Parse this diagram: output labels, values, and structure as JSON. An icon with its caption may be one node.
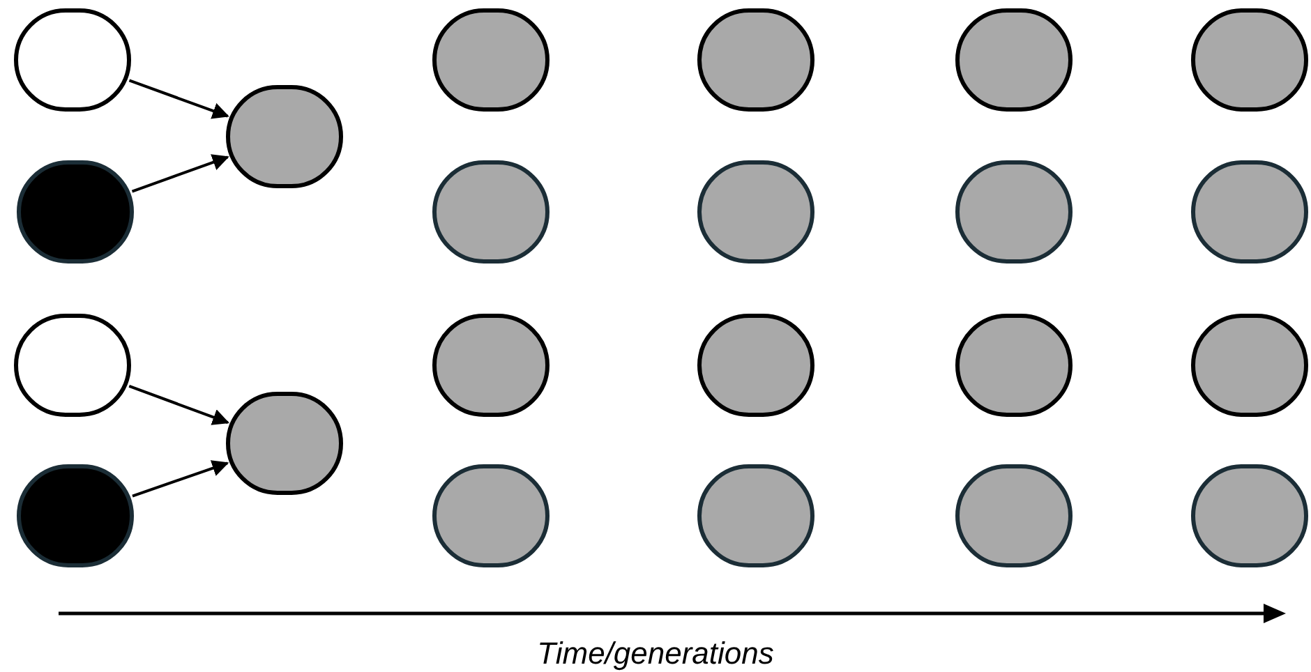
{
  "diagram": {
    "nodes": [
      {
        "text": [],
        "shape": "circle"
      },
      {
        "text": [],
        "shape": "circle"
      },
      {
        "text": [],
        "shape": "circle"
      },
      {
        "text": [],
        "shape": "circle"
      },
      {
        "text": [],
        "shape": "circle"
      },
      {
        "text": [],
        "shape": "circle"
      },
      {
        "text": [],
        "shape": "circle"
      },
      {
        "text": [],
        "shape": "circle"
      },
      {
        "text": [],
        "shape": "circle"
      },
      {
        "text": [],
        "shape": "circle"
      },
      {
        "text": [],
        "shape": "circle"
      },
      {
        "text": [],
        "shape": "circle"
      },
      {
        "text": [],
        "shape": "circle"
      },
      {
        "text": [],
        "shape": "circle"
      },
      {
        "text": [],
        "shape": "circle"
      },
      {
        "text": [],
        "shape": "circle"
      },
      {
        "text": [],
        "shape": "circle"
      },
      {
        "text": [],
        "shape": "circle"
      },
      {
        "text": [],
        "shape": "circle"
      },
      {
        "text": [],
        "shape": "circle"
      },
      {
        "text": [],
        "shape": "circle"
      },
      {
        "text": [],
        "shape": "circle"
      }
    ],
    "edges": [
      {
        "from": 0,
        "to": 2,
        "arrow": "to"
      },
      {
        "from": 1,
        "to": 2,
        "arrow": "to"
      },
      {
        "from": 3,
        "to": 5,
        "arrow": "to"
      },
      {
        "from": 4,
        "to": 5,
        "arrow": "to"
      }
    ],
    "labels": [
      "Time/generations"
    ]
  }
}
